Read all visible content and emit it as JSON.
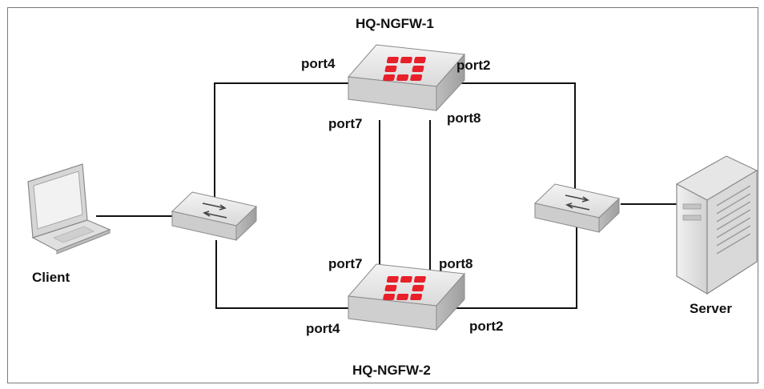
{
  "nodes": {
    "fw1": {
      "name": "HQ-NGFW-1",
      "icon": "fortigate-firewall-icon"
    },
    "fw2": {
      "name": "HQ-NGFW-2",
      "icon": "fortigate-firewall-icon"
    },
    "client": {
      "name": "Client",
      "icon": "laptop-icon"
    },
    "server": {
      "name": "Server",
      "icon": "server-tower-icon"
    },
    "switch_left": {
      "icon": "switch-icon"
    },
    "switch_right": {
      "icon": "switch-icon"
    }
  },
  "ports": {
    "fw1_port4": "port4",
    "fw1_port2": "port2",
    "fw1_port7": "port7",
    "fw1_port8": "port8",
    "fw2_port7": "port7",
    "fw2_port8": "port8",
    "fw2_port4": "port4",
    "fw2_port2": "port2"
  },
  "colors": {
    "link": "#111111",
    "device_body": "#e4e4e4",
    "fortinet_logo": "#e8202a"
  }
}
